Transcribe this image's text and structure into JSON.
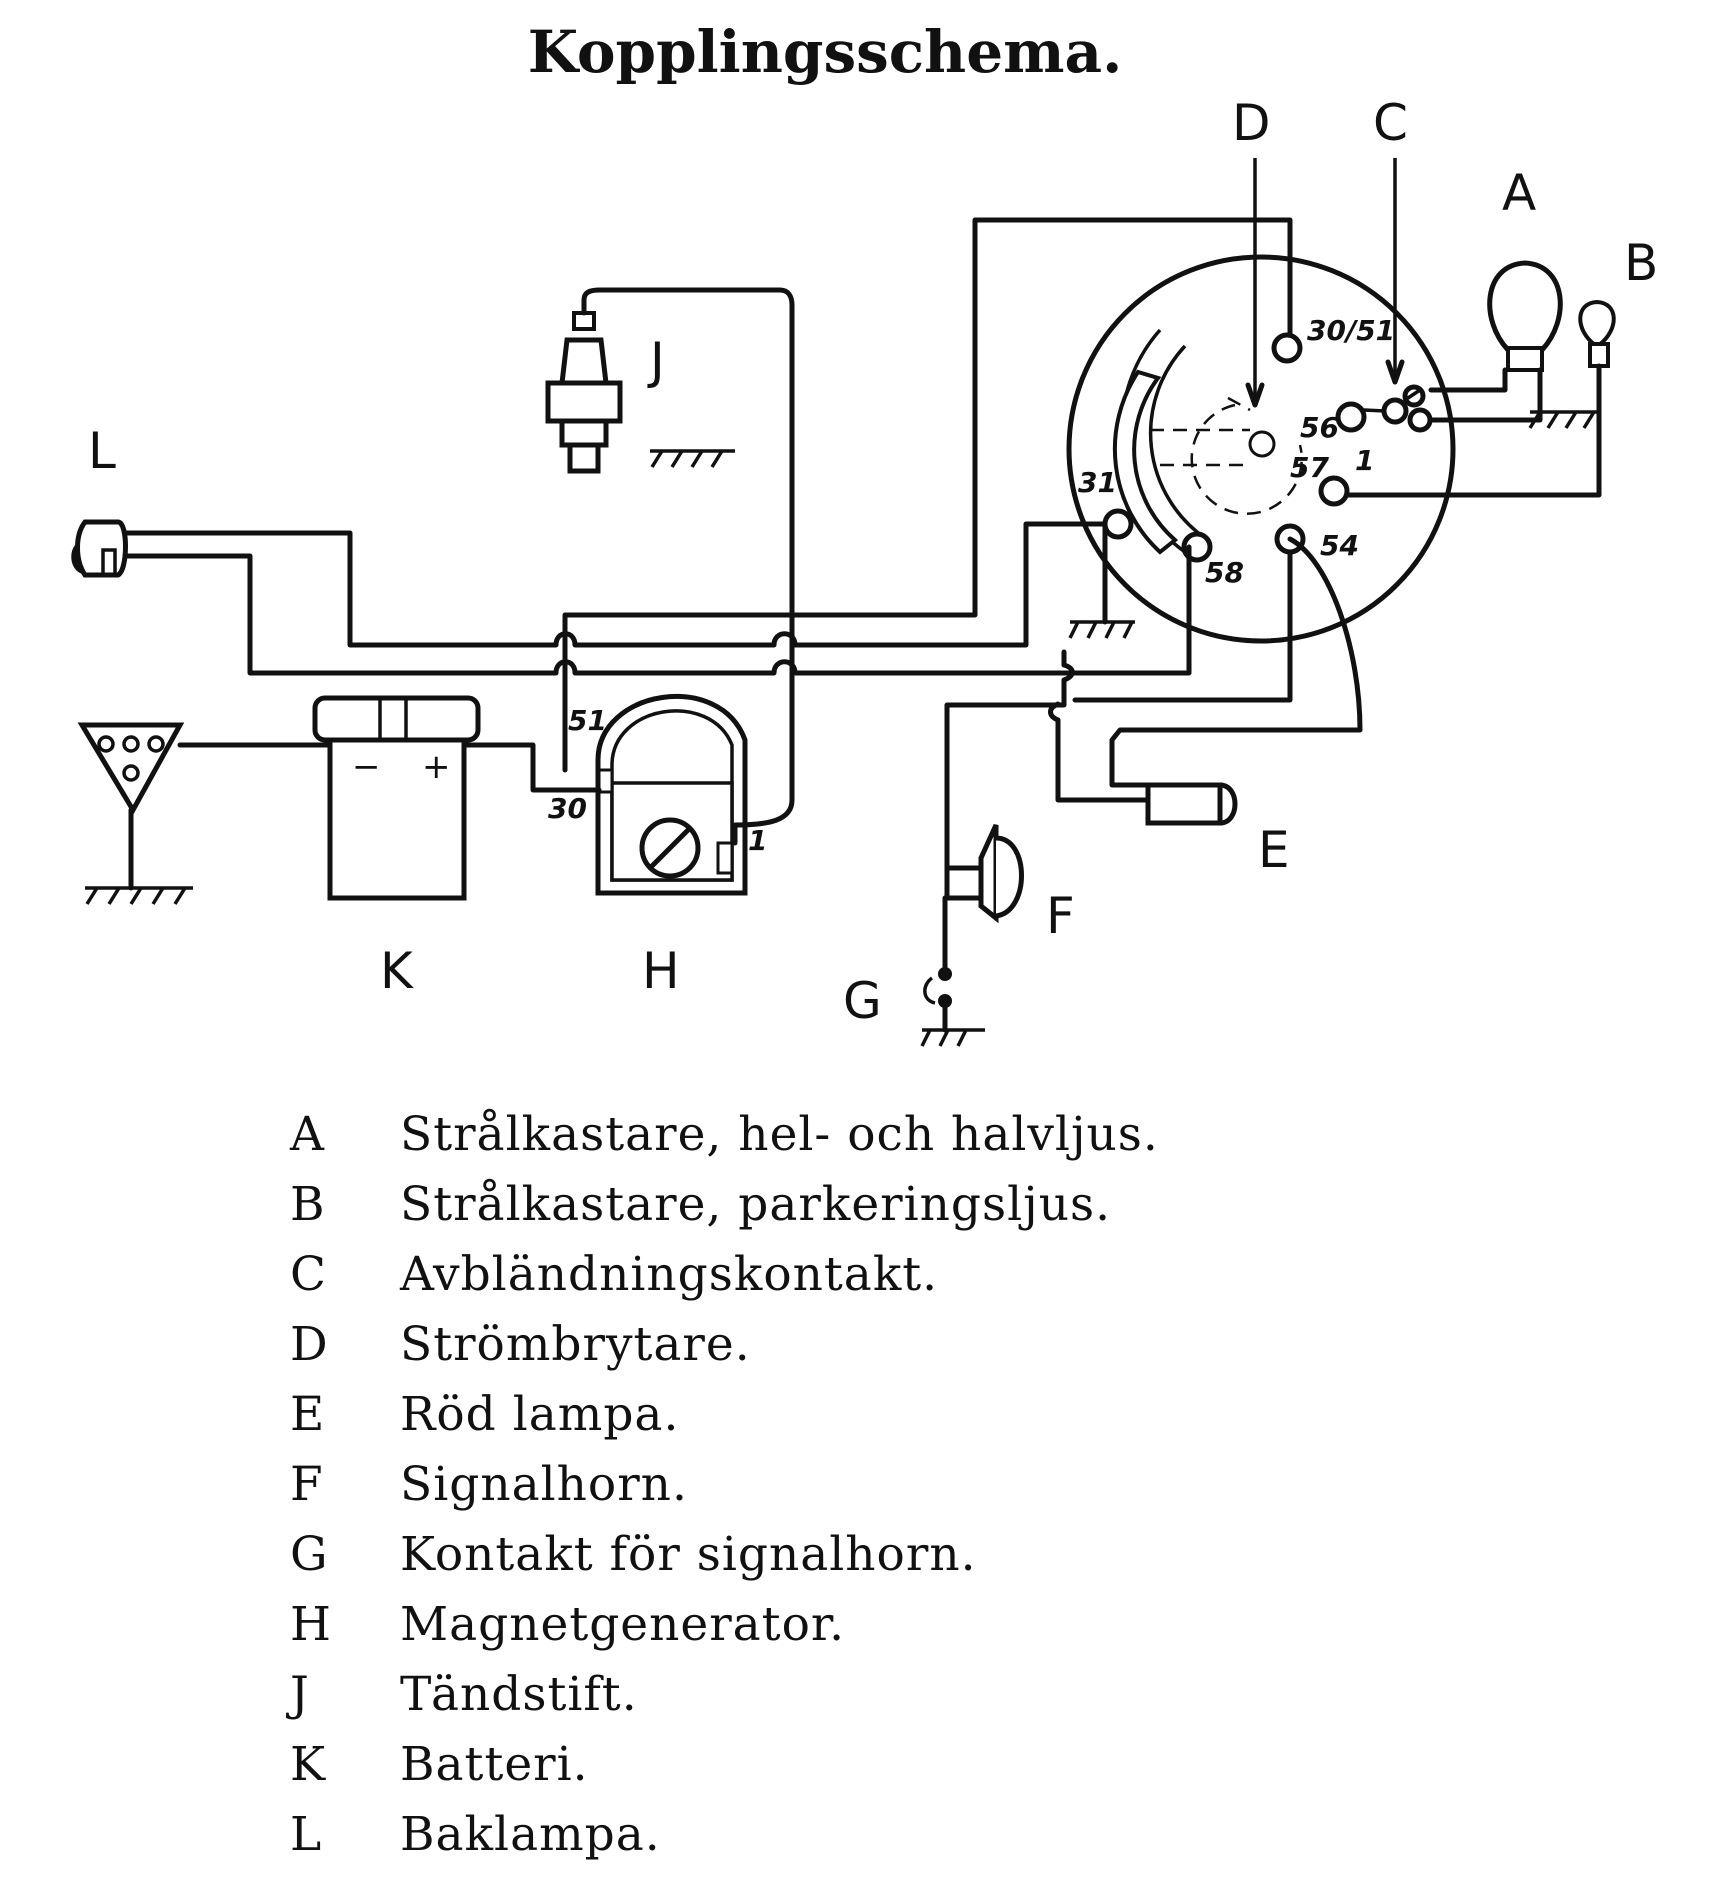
{
  "title": "Kopplingsschema.",
  "component_labels": {
    "A": "A",
    "B": "B",
    "C": "C",
    "D": "D",
    "E": "E",
    "F": "F",
    "G": "G",
    "H": "H",
    "J": "J",
    "K": "K",
    "L": "L"
  },
  "terminal_labels": {
    "t30_51": "30/51",
    "t56": "56",
    "t57": "57",
    "t1_switch": "1",
    "t31": "31",
    "t58": "58",
    "t54": "54",
    "t51": "51",
    "t30": "30",
    "t1_gen": "1"
  },
  "battery_marks": {
    "minus": "−",
    "plus": "+"
  },
  "legend": [
    {
      "key": "A",
      "text": "Strålkastare, hel- och halvljus."
    },
    {
      "key": "B",
      "text": "Strålkastare, parkeringsljus."
    },
    {
      "key": "C",
      "text": "Avbländningskontakt."
    },
    {
      "key": "D",
      "text": "Strömbrytare."
    },
    {
      "key": "E",
      "text": "Röd lampa."
    },
    {
      "key": "F",
      "text": "Signalhorn."
    },
    {
      "key": "G",
      "text": "Kontakt för signalhorn."
    },
    {
      "key": "H",
      "text": "Magnetgenerator."
    },
    {
      "key": "J",
      "text": "Tändstift."
    },
    {
      "key": "K",
      "text": "Batteri."
    },
    {
      "key": "L",
      "text": "Baklampa."
    }
  ]
}
